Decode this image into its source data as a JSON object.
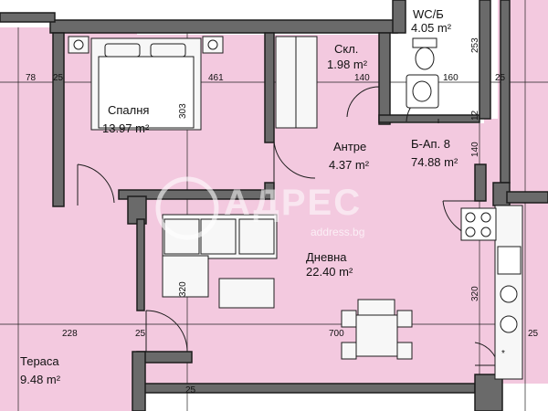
{
  "colors": {
    "floor": "#f3c9df",
    "wall": "#1c1c1c",
    "wall_fill": "#6a6a6a",
    "furniture": "#f7f7f7",
    "bath_floor": "#ffffff",
    "dim_line": "#222222"
  },
  "rooms": {
    "bedroom": {
      "name": "Спалня",
      "area": "13.97 m²"
    },
    "storage": {
      "name": "Скл.",
      "area": "1.98 m²"
    },
    "wc": {
      "name": "WC/Б",
      "area": "4.05 m²"
    },
    "hall": {
      "name": "Антре",
      "area": "4.37 m²"
    },
    "apartment": {
      "name": "Б-Ап. 8",
      "area": "74.88 m²"
    },
    "living": {
      "name": "Дневна",
      "area": "22.40 m²"
    },
    "terrace": {
      "name": "Тераса",
      "area": "9.48 m²"
    }
  },
  "dimensions": {
    "d78": "78",
    "d25a": "25",
    "d461": "461",
    "d303": "303",
    "d140a": "140",
    "d160": "160",
    "d25b": "25",
    "d253": "253",
    "d12": "12",
    "d140b": "140",
    "d320a": "320",
    "d320b": "320",
    "d228": "228",
    "d25c": "25",
    "d700": "700",
    "d25d": "25",
    "d25e": "25"
  },
  "watermark": {
    "brand": "АДРЕС",
    "url": "address.bg",
    "logo_icon": "circle-a-logo-icon"
  },
  "icons": {
    "washer": "washer-icon",
    "stove": "stove-icon",
    "sink": "sink-icon",
    "toilet": "toilet-icon",
    "bed": "bed-icon",
    "sofa": "sofa-icon",
    "dining_table": "dining-table-icon",
    "fridge": "fridge-icon"
  }
}
